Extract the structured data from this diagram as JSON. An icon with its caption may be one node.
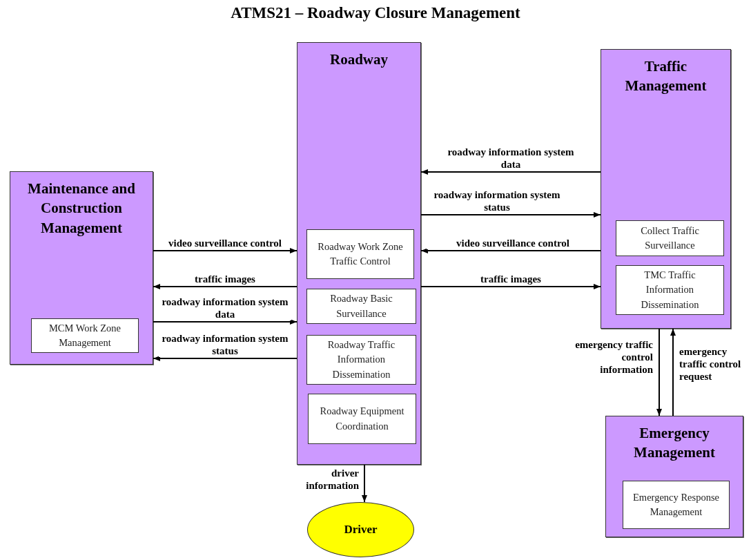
{
  "diagram": {
    "title": "ATMS21 – Roadway Closure Management",
    "nodes": [
      {
        "text": [
          "Maintenance and Construction Management"
        ]
      },
      {
        "text": [
          "MCM Work Zone Management"
        ],
        "in": 0
      },
      {
        "text": [
          "Roadway"
        ]
      },
      {
        "text": [
          "Roadway Work Zone Traffic Control"
        ],
        "in": 2
      },
      {
        "text": [
          "Roadway Basic Surveillance"
        ],
        "in": 2
      },
      {
        "text": [
          "Roadway Traffic Information Dissemination"
        ],
        "in": 2
      },
      {
        "text": [
          "Roadway Equipment Coordination"
        ],
        "in": 2
      },
      {
        "text": [
          "Traffic Management"
        ]
      },
      {
        "text": [
          "Collect Traffic Surveillance"
        ],
        "in": 7
      },
      {
        "text": [
          "TMC Traffic Information Dissemination"
        ],
        "in": 7
      },
      {
        "text": [
          "Emergency Management"
        ]
      },
      {
        "text": [
          "Emergency Response Management"
        ],
        "in": 10
      },
      {
        "text": [
          "Driver"
        ]
      }
    ],
    "edges": [
      {
        "from": 0,
        "to": 2,
        "arrow": "to",
        "label": "video surveillance control"
      },
      {
        "from": 2,
        "to": 0,
        "arrow": "to",
        "label": "traffic images"
      },
      {
        "from": 0,
        "to": 2,
        "arrow": "to",
        "label": "roadway information system data"
      },
      {
        "from": 2,
        "to": 0,
        "arrow": "to",
        "label": "roadway information system status"
      },
      {
        "from": 7,
        "to": 2,
        "arrow": "to",
        "label": "roadway information system data"
      },
      {
        "from": 2,
        "to": 7,
        "arrow": "to",
        "label": "roadway information system status"
      },
      {
        "from": 7,
        "to": 2,
        "arrow": "to",
        "label": "video surveillance control"
      },
      {
        "from": 2,
        "to": 7,
        "arrow": "to",
        "label": "traffic images"
      },
      {
        "from": 7,
        "to": 10,
        "arrow": "to",
        "label": "emergency traffic control information"
      },
      {
        "from": 10,
        "to": 7,
        "arrow": "to",
        "label": "emergency traffic control request"
      },
      {
        "from": 2,
        "to": 12,
        "arrow": "to",
        "label": "driver information"
      }
    ]
  }
}
